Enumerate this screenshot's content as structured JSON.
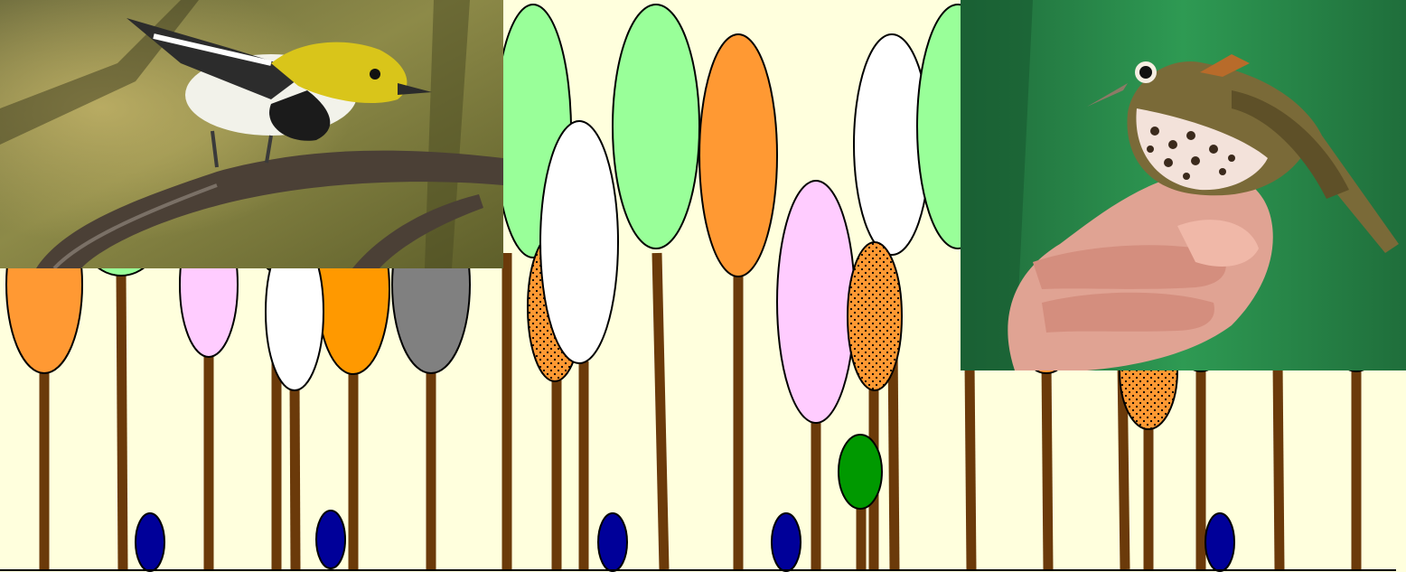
{
  "scene": {
    "background_color": "#FFFFDD",
    "trunk_color": "#6B3A0A",
    "ground_color": "#000000",
    "crown_colors": {
      "light_green": "#99FF99",
      "orange": "#FF9933",
      "dark_orange": "#FF9900",
      "pink": "#FFCCFF",
      "white": "#FFFFFF",
      "gray": "#808080",
      "green": "#009900",
      "navy": "#000099"
    }
  },
  "photos": [
    {
      "subject": "black-throated-green-warbler",
      "icon": "warbler-bird-photo"
    },
    {
      "subject": "ovenbird-on-hand",
      "icon": "ovenbird-bird-photo"
    }
  ]
}
